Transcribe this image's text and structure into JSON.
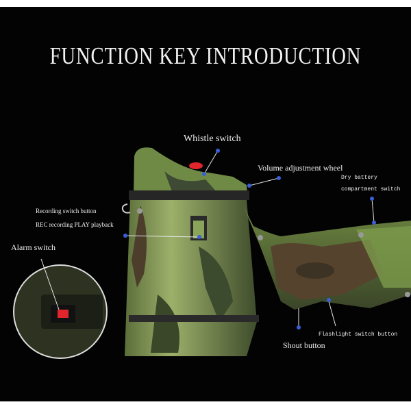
{
  "title": "FUNCTION KEY INTRODUCTION",
  "labels": {
    "whistle": "Whistle switch",
    "volume": "Volume adjustment wheel",
    "battery_line1": "Dry battery",
    "battery_line2": "compartment switch",
    "recording_line1": "Recording switch button",
    "recording_line2": "REC recording PLAY playback",
    "alarm": "Alarm switch",
    "flashlight": "Flashlight switch button",
    "shout": "Shout button"
  },
  "colors": {
    "background": "#030303",
    "camo_light": "#7d9a4a",
    "camo_dark": "#3c4a2e",
    "camo_brown": "#5a4632",
    "button_red": "#e0262c",
    "marker_blue": "#3a5fd8"
  }
}
